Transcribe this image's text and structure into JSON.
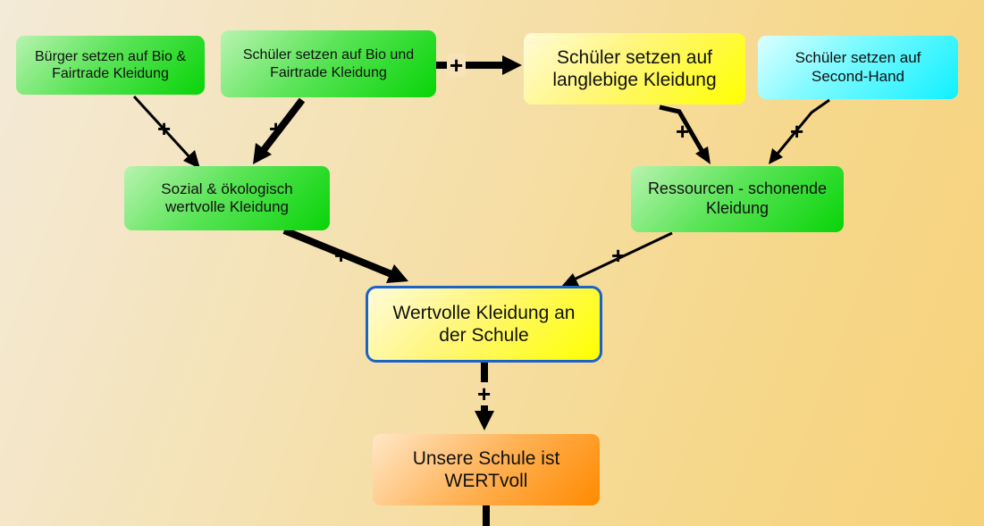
{
  "nodes": {
    "buerger_bio": "Bürger setzen auf Bio & Fairtrade Kleidung",
    "schueler_bio": "Schüler setzen auf Bio und Fairtrade Kleidung",
    "schueler_langlebig": "Schüler setzen auf langlebige Kleidung",
    "schueler_second_hand": "Schüler setzen auf Second-Hand",
    "sozial_oekologisch": "Sozial & ökologisch wertvolle Kleidung",
    "ressourcen": "Ressourcen - schonende Kleidung",
    "wertvolle_kleidung": "Wertvolle Kleidung an der Schule",
    "unsere_schule": "Unsere Schule ist WERTvoll"
  },
  "link_labels": {
    "buerger_to_sozial": "+",
    "schueler_bio_to_sozial": "+",
    "schueler_bio_to_langlebig": "+",
    "langlebig_to_ressourcen": "+",
    "second_hand_to_ressourcen": "+",
    "sozial_to_wertvoll": "+",
    "ressourcen_to_wertvoll": "+",
    "wertvoll_to_schule": "+"
  },
  "colors": {
    "green_node": "#08d408",
    "yellow_node": "#ffff00",
    "cyan_node": "#10f0ff",
    "orange_node": "#ff8a00",
    "focus_border": "#1c63c8",
    "arrow": "#000000"
  }
}
